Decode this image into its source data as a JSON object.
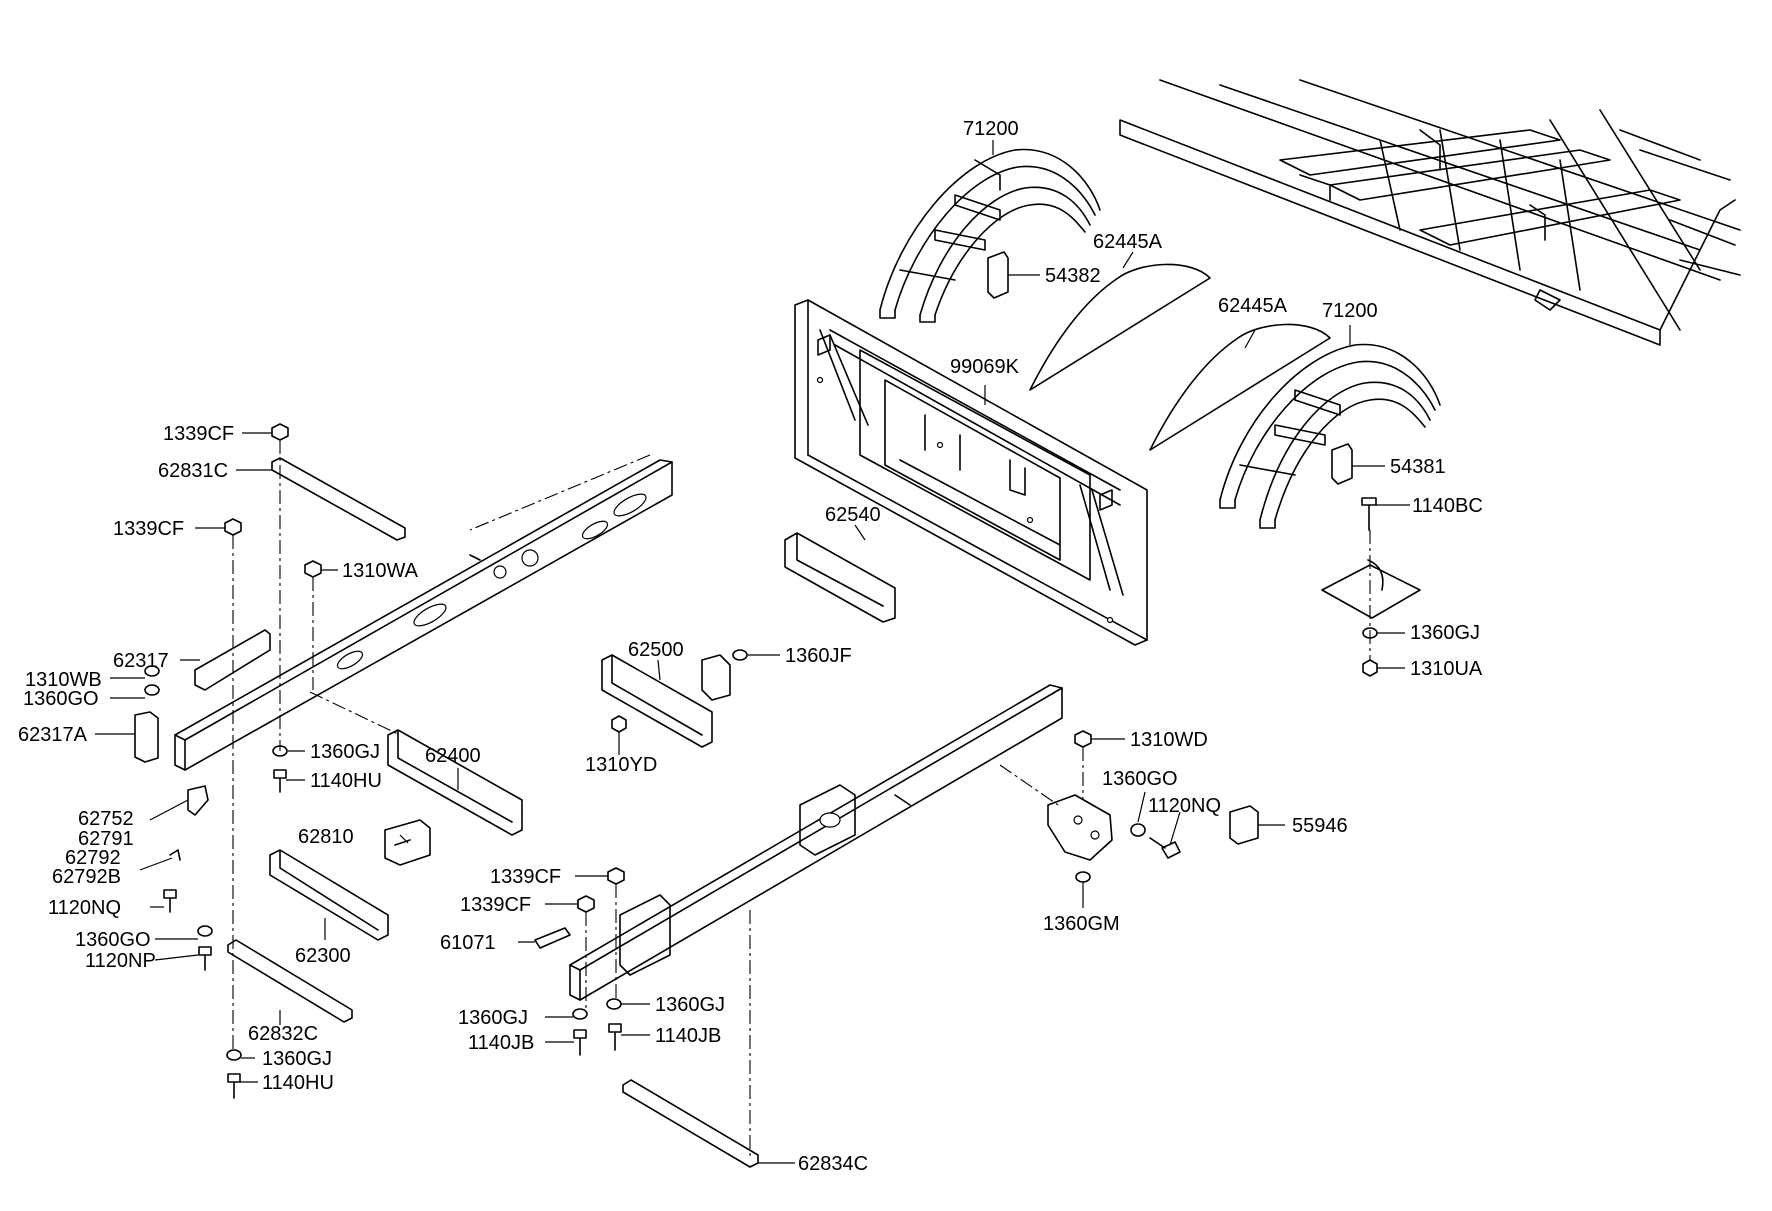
{
  "labels": [
    "71200",
    "62445A",
    "54382",
    "99069K",
    "62445A",
    "71200",
    "54381",
    "1140BC",
    "1360GJ",
    "1310UA",
    "1339CF",
    "62831C",
    "1339CF",
    "1310WA",
    "62540",
    "62317",
    "1310WB",
    "1360GO",
    "62317A",
    "62500",
    "1360JF",
    "1310YD",
    "1360GJ",
    "1140HU",
    "62400",
    "62810",
    "62752",
    "62791",
    "62792",
    "62792B",
    "1120NQ",
    "62300",
    "1360GO",
    "1120NP",
    "62832C",
    "1360GJ",
    "1140HU",
    "1310WD",
    "1360GO",
    "1120NQ",
    "55946",
    "1360GM",
    "1339CF",
    "1339CF",
    "61071",
    "1360GJ",
    "1360GJ",
    "1140JB",
    "1140JB",
    "62834C"
  ]
}
